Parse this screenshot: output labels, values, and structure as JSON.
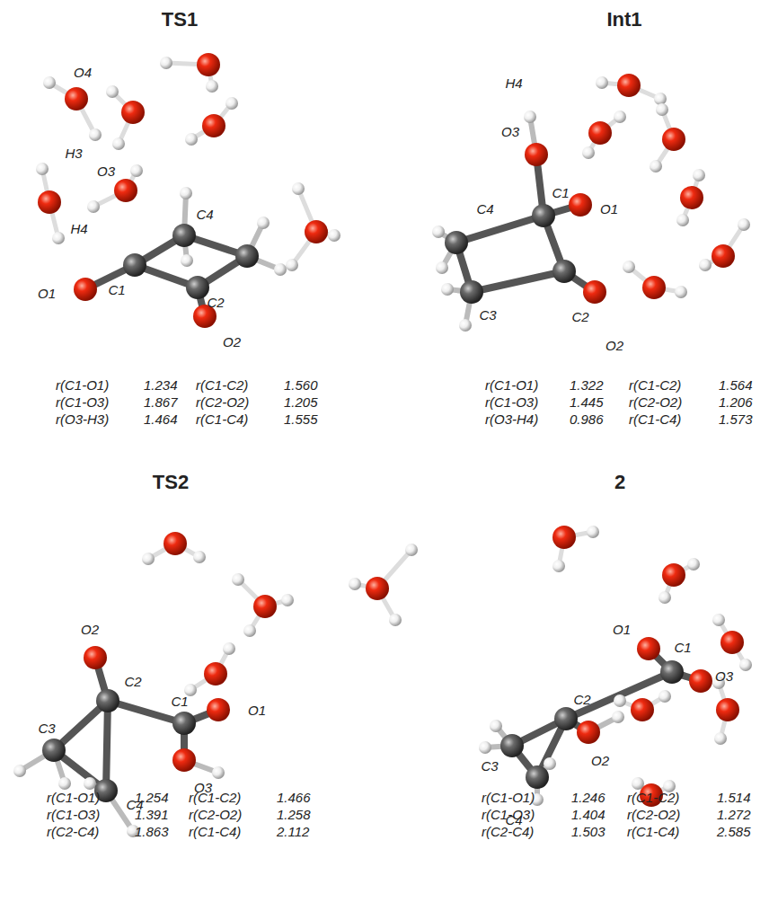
{
  "diagram": {
    "labels": [
      "TS1",
      "O4",
      "H3",
      "O3",
      "H4",
      "C4",
      "C1",
      "C2",
      "O1",
      "O2",
      "r(C1-O1)",
      "1.234",
      "r(C1-C2)",
      "1.560",
      "r(C1-O3)",
      "1.867",
      "r(C2-O2)",
      "1.205",
      "r(O3-H3)",
      "1.464",
      "r(C1-C4)",
      "1.555",
      "Int1",
      "H4",
      "O3",
      "C4",
      "C1",
      "O1",
      "C2",
      "C3",
      "O2",
      "r(C1-O1)",
      "1.322",
      "r(C1-C2)",
      "1.564",
      "r(C1-O3)",
      "1.445",
      "r(C2-O2)",
      "1.206",
      "r(O3-H4)",
      "0.986",
      "r(C1-C4)",
      "1.573",
      "TS2",
      "O2",
      "C2",
      "C1",
      "O1",
      "C3",
      "C4",
      "O3",
      "r(C1-O1)",
      "1.254",
      "r(C1-C2)",
      "1.466",
      "r(C1-O3)",
      "1.391",
      "r(C2-O2)",
      "1.258",
      "r(C2-C4)",
      "1.863",
      "r(C1-C4)",
      "2.112",
      "2",
      "O1",
      "C1",
      "O3",
      "C2",
      "C3",
      "C4",
      "O2",
      "r(C1-O1)",
      "1.246",
      "r(C1-C2)",
      "1.514",
      "r(C1-O3)",
      "1.404",
      "r(C2-O2)",
      "1.272",
      "r(C2-C4)",
      "1.503",
      "r(C1-C4)",
      "2.585"
    ]
  }
}
